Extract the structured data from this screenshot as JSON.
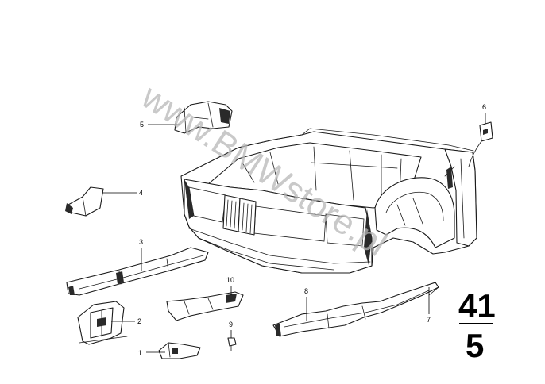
{
  "watermark": "www.BMWstore.pl",
  "group": {
    "main": "41",
    "sub": "5"
  },
  "callouts": [
    {
      "id": "1",
      "label": "1",
      "part": "small-bracket"
    },
    {
      "id": "2",
      "label": "2",
      "part": "mounting-bracket"
    },
    {
      "id": "3",
      "label": "3",
      "part": "cross-member"
    },
    {
      "id": "4",
      "label": "4",
      "part": "angle-bracket"
    },
    {
      "id": "5",
      "label": "5",
      "part": "upper-bracket"
    },
    {
      "id": "6",
      "label": "6",
      "part": "small-panel-with-cable"
    },
    {
      "id": "7",
      "label": "7",
      "part": "side-member"
    },
    {
      "id": "8",
      "label": "8",
      "part": "side-member-reinforcement"
    },
    {
      "id": "9",
      "label": "9",
      "part": "bolt"
    },
    {
      "id": "10",
      "label": "10",
      "part": "support-plate"
    }
  ]
}
